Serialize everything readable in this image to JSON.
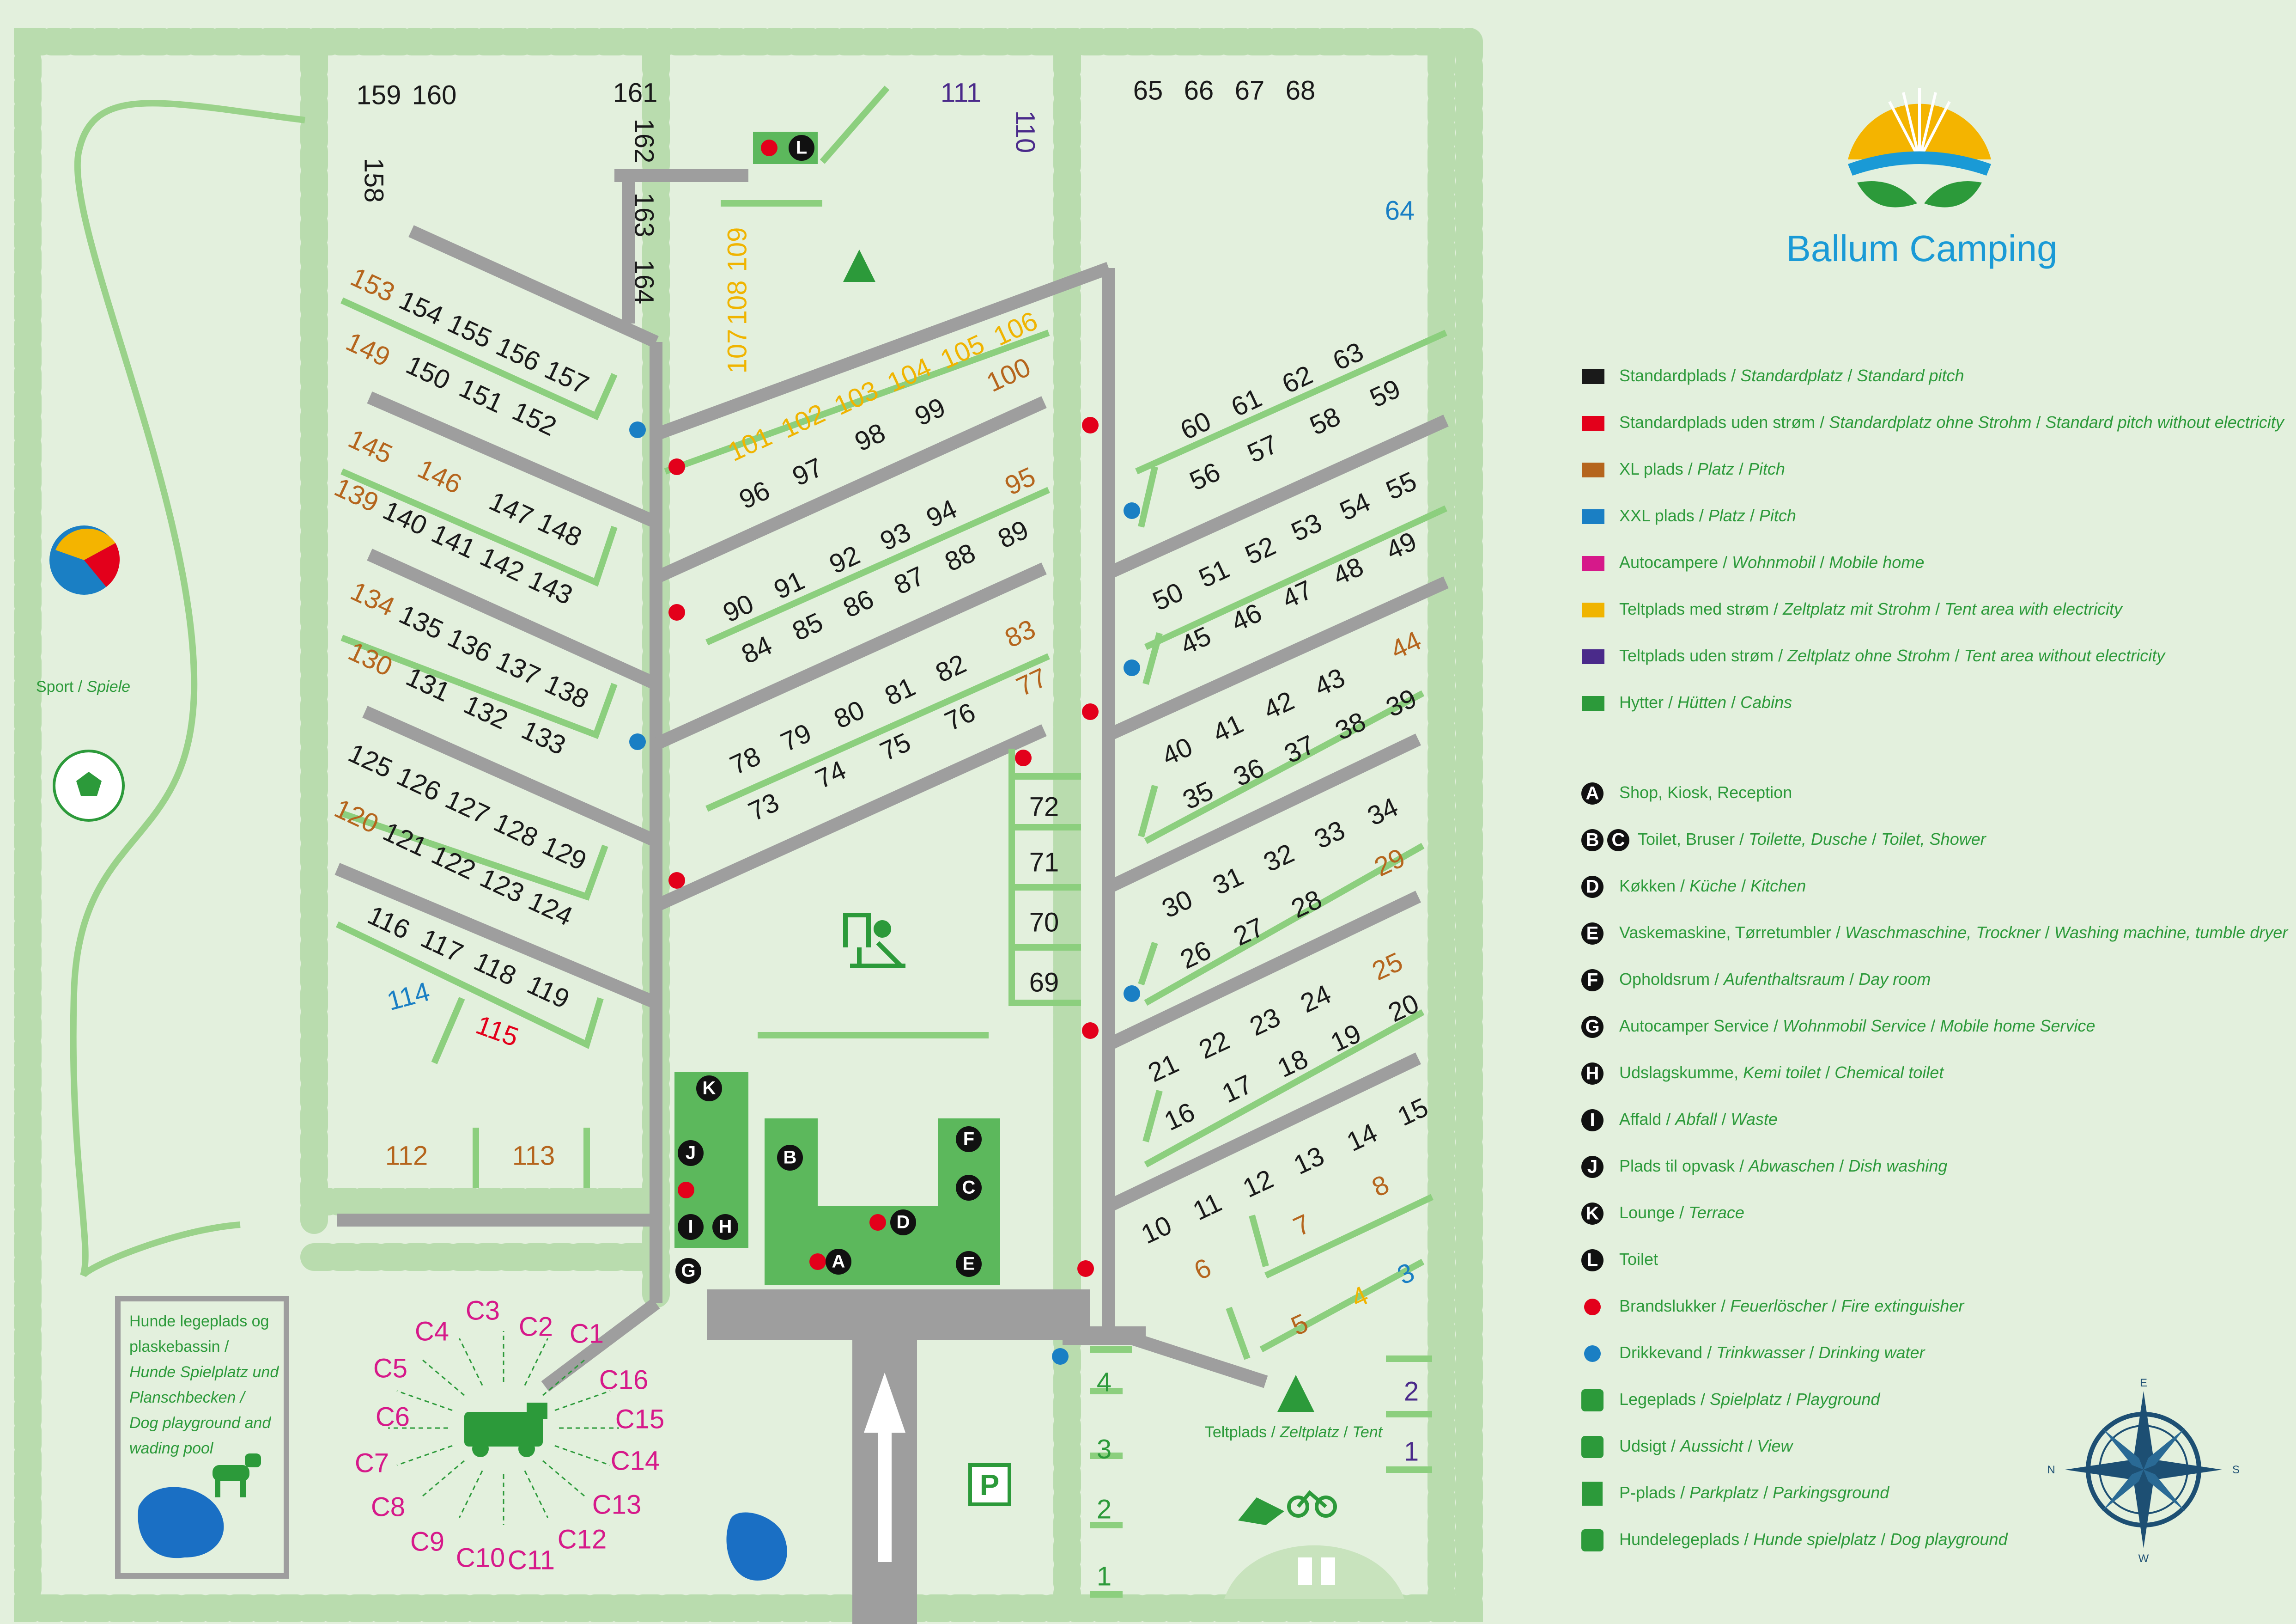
{
  "brand": {
    "name": "Ballum Camping",
    "sun_color": "#f4b400",
    "wave_color": "#1a9ad6",
    "leaf_color": "#2c9a3a"
  },
  "colors": {
    "black": "#1a1a1a",
    "red": "#e3001b",
    "brown": "#b5651d",
    "blue": "#1a7fc4",
    "magenta": "#d6198a",
    "yellow": "#f0b400",
    "purple": "#4a2a8a",
    "green": "#2c9a3a",
    "road": "#9e9e9e",
    "hedge": "#b9dcae",
    "cabin": "#5cb85c"
  },
  "legend_colors": [
    {
      "color": "#1a1a1a",
      "a": "Standardplads",
      "b": "Standardplatz",
      "c": "Standard pitch"
    },
    {
      "color": "#e3001b",
      "a": "Standardplads uden strøm",
      "b": "Standardplatz ohne Strohm",
      "c": "Standard pitch without electricity"
    },
    {
      "color": "#b5651d",
      "a": "XL plads",
      "b": "Platz",
      "c": "Pitch"
    },
    {
      "color": "#1a7fc4",
      "a": "XXL plads",
      "b": "Platz",
      "c": "Pitch"
    },
    {
      "color": "#d6198a",
      "a": "Autocampere",
      "b": "Wohnmobil",
      "c": "Mobile home"
    },
    {
      "color": "#f0b400",
      "a": "Teltplads med strøm",
      "b": "Zeltplatz mit Strohm",
      "c": "Tent area with electricity"
    },
    {
      "color": "#4a2a8a",
      "a": "Teltplads uden strøm",
      "b": "Zeltplatz ohne Strohm",
      "c": "Tent area without electricity"
    },
    {
      "color": "#2c9a3a",
      "a": "Hytter",
      "b": "Hütten",
      "c": "Cabins"
    }
  ],
  "legend_facilities": [
    {
      "letters": [
        "A"
      ],
      "a": "Shop, Kiosk, Reception",
      "b": "",
      "c": ""
    },
    {
      "letters": [
        "B",
        "C"
      ],
      "a": "Toilet, Bruser",
      "b": "Toilette, Dusche",
      "c": "Toilet, Shower"
    },
    {
      "letters": [
        "D"
      ],
      "a": "Køkken",
      "b": "Küche",
      "c": "Kitchen"
    },
    {
      "letters": [
        "E"
      ],
      "a": "Vaskemaskine, Tørretumbler",
      "b": "Waschmaschine, Trockner",
      "c": "Washing machine, tumble dryer"
    },
    {
      "letters": [
        "F"
      ],
      "a": "Opholdsrum",
      "b": "Aufenthaltsraum",
      "c": "Day room"
    },
    {
      "letters": [
        "G"
      ],
      "a": "Autocamper Service",
      "b": "Wohnmobil Service",
      "c": "Mobile home Service"
    },
    {
      "letters": [
        "H"
      ],
      "a": "Udslagskumme,",
      "b": "Kemi toilet",
      "c": "Chemical toilet"
    },
    {
      "letters": [
        "I"
      ],
      "a": "Affald",
      "b": "Abfall",
      "c": "Waste"
    },
    {
      "letters": [
        "J"
      ],
      "a": "Plads til opvask",
      "b": "Abwaschen",
      "c": "Dish washing"
    },
    {
      "letters": [
        "K"
      ],
      "a": "Lounge",
      "b": "",
      "c": "Terrace"
    },
    {
      "letters": [
        "L"
      ],
      "a": "Toilet",
      "b": "",
      "c": ""
    }
  ],
  "legend_symbols": [
    {
      "icon": "fire-extinguisher-icon",
      "a": "Brandslukker",
      "b": "Feuerlöscher",
      "c": "Fire extinguisher"
    },
    {
      "icon": "drinking-water-icon",
      "a": "Drikkevand",
      "b": "Trinkwasser",
      "c": "Drinking water"
    },
    {
      "icon": "playground-icon",
      "a": "Legeplads",
      "b": "Spielplatz",
      "c": "Playground"
    },
    {
      "icon": "binoculars-icon",
      "a": "Udsigt",
      "b": "Aussicht",
      "c": "View"
    },
    {
      "icon": "parking-icon",
      "a": "P-plads",
      "b": "Parkplatz",
      "c": "Parkingsground"
    },
    {
      "icon": "dog-icon",
      "a": "Hundelegeplads",
      "b": "Hunde spielplatz",
      "c": "Dog playground"
    }
  ],
  "labels": {
    "sport_a": "Sport",
    "sport_b": "Spiele",
    "dog_area": [
      "Hunde legeplads og",
      "plaskebassin /",
      "Hunde Spielplatz und",
      "Planschbecken /",
      "Dog playground and",
      "wading pool"
    ],
    "tent_a": "Teltplads",
    "tent_b": "Zeltplatz",
    "tent_c": "Tent",
    "parking": "P",
    "compass": {
      "n": "N",
      "e": "E",
      "s": "S",
      "w": "W"
    }
  },
  "pitches": [
    {
      "t": "159",
      "c": "black"
    },
    {
      "t": "160",
      "c": "black"
    },
    {
      "t": "161",
      "c": "black"
    },
    {
      "t": "162",
      "c": "black"
    },
    {
      "t": "158",
      "c": "black"
    },
    {
      "t": "163",
      "c": "black"
    },
    {
      "t": "164",
      "c": "black"
    },
    {
      "t": "111",
      "c": "purple"
    },
    {
      "t": "110",
      "c": "purple"
    },
    {
      "t": "65",
      "c": "black"
    },
    {
      "t": "66",
      "c": "black"
    },
    {
      "t": "67",
      "c": "black"
    },
    {
      "t": "68",
      "c": "black"
    },
    {
      "t": "64",
      "c": "blue"
    },
    {
      "t": "109",
      "c": "yellow"
    },
    {
      "t": "108",
      "c": "yellow"
    },
    {
      "t": "107",
      "c": "yellow"
    },
    {
      "t": "153",
      "c": "brown"
    },
    {
      "t": "154",
      "c": "black"
    },
    {
      "t": "155",
      "c": "black"
    },
    {
      "t": "156",
      "c": "black"
    },
    {
      "t": "157",
      "c": "black"
    },
    {
      "t": "149",
      "c": "brown"
    },
    {
      "t": "150",
      "c": "black"
    },
    {
      "t": "151",
      "c": "black"
    },
    {
      "t": "152",
      "c": "black"
    },
    {
      "t": "145",
      "c": "brown"
    },
    {
      "t": "146",
      "c": "brown"
    },
    {
      "t": "147",
      "c": "black"
    },
    {
      "t": "148",
      "c": "black"
    },
    {
      "t": "139",
      "c": "brown"
    },
    {
      "t": "140",
      "c": "black"
    },
    {
      "t": "141",
      "c": "black"
    },
    {
      "t": "142",
      "c": "black"
    },
    {
      "t": "143",
      "c": "black"
    },
    {
      "t": "134",
      "c": "brown"
    },
    {
      "t": "135",
      "c": "black"
    },
    {
      "t": "136",
      "c": "black"
    },
    {
      "t": "137",
      "c": "black"
    },
    {
      "t": "138",
      "c": "black"
    },
    {
      "t": "130",
      "c": "brown"
    },
    {
      "t": "131",
      "c": "black"
    },
    {
      "t": "132",
      "c": "black"
    },
    {
      "t": "133",
      "c": "black"
    },
    {
      "t": "125",
      "c": "black"
    },
    {
      "t": "126",
      "c": "black"
    },
    {
      "t": "127",
      "c": "black"
    },
    {
      "t": "128",
      "c": "black"
    },
    {
      "t": "129",
      "c": "black"
    },
    {
      "t": "120",
      "c": "brown"
    },
    {
      "t": "121",
      "c": "black"
    },
    {
      "t": "122",
      "c": "black"
    },
    {
      "t": "123",
      "c": "black"
    },
    {
      "t": "124",
      "c": "black"
    },
    {
      "t": "116",
      "c": "black"
    },
    {
      "t": "117",
      "c": "black"
    },
    {
      "t": "118",
      "c": "black"
    },
    {
      "t": "119",
      "c": "black"
    },
    {
      "t": "114",
      "c": "blue"
    },
    {
      "t": "115",
      "c": "red"
    },
    {
      "t": "112",
      "c": "brown"
    },
    {
      "t": "113",
      "c": "brown"
    },
    {
      "t": "101",
      "c": "yellow"
    },
    {
      "t": "102",
      "c": "yellow"
    },
    {
      "t": "103",
      "c": "yellow"
    },
    {
      "t": "104",
      "c": "yellow"
    },
    {
      "t": "105",
      "c": "yellow"
    },
    {
      "t": "106",
      "c": "yellow"
    },
    {
      "t": "96",
      "c": "black"
    },
    {
      "t": "97",
      "c": "black"
    },
    {
      "t": "98",
      "c": "black"
    },
    {
      "t": "99",
      "c": "black"
    },
    {
      "t": "100",
      "c": "brown"
    },
    {
      "t": "90",
      "c": "black"
    },
    {
      "t": "91",
      "c": "black"
    },
    {
      "t": "92",
      "c": "black"
    },
    {
      "t": "93",
      "c": "black"
    },
    {
      "t": "94",
      "c": "black"
    },
    {
      "t": "95",
      "c": "brown"
    },
    {
      "t": "84",
      "c": "black"
    },
    {
      "t": "85",
      "c": "black"
    },
    {
      "t": "86",
      "c": "black"
    },
    {
      "t": "87",
      "c": "black"
    },
    {
      "t": "88",
      "c": "black"
    },
    {
      "t": "89",
      "c": "black"
    },
    {
      "t": "78",
      "c": "black"
    },
    {
      "t": "79",
      "c": "black"
    },
    {
      "t": "80",
      "c": "black"
    },
    {
      "t": "81",
      "c": "black"
    },
    {
      "t": "82",
      "c": "black"
    },
    {
      "t": "83",
      "c": "brown"
    },
    {
      "t": "73",
      "c": "black"
    },
    {
      "t": "74",
      "c": "black"
    },
    {
      "t": "75",
      "c": "black"
    },
    {
      "t": "76",
      "c": "black"
    },
    {
      "t": "77",
      "c": "brown"
    },
    {
      "t": "72",
      "c": "black"
    },
    {
      "t": "71",
      "c": "black"
    },
    {
      "t": "70",
      "c": "black"
    },
    {
      "t": "69",
      "c": "black"
    },
    {
      "t": "60",
      "c": "black"
    },
    {
      "t": "61",
      "c": "black"
    },
    {
      "t": "62",
      "c": "black"
    },
    {
      "t": "63",
      "c": "black"
    },
    {
      "t": "56",
      "c": "black"
    },
    {
      "t": "57",
      "c": "black"
    },
    {
      "t": "58",
      "c": "black"
    },
    {
      "t": "59",
      "c": "black"
    },
    {
      "t": "50",
      "c": "black"
    },
    {
      "t": "51",
      "c": "black"
    },
    {
      "t": "52",
      "c": "black"
    },
    {
      "t": "53",
      "c": "black"
    },
    {
      "t": "54",
      "c": "black"
    },
    {
      "t": "55",
      "c": "black"
    },
    {
      "t": "45",
      "c": "black"
    },
    {
      "t": "46",
      "c": "black"
    },
    {
      "t": "47",
      "c": "black"
    },
    {
      "t": "48",
      "c": "black"
    },
    {
      "t": "49",
      "c": "black"
    },
    {
      "t": "40",
      "c": "black"
    },
    {
      "t": "41",
      "c": "black"
    },
    {
      "t": "42",
      "c": "black"
    },
    {
      "t": "43",
      "c": "black"
    },
    {
      "t": "44",
      "c": "brown"
    },
    {
      "t": "35",
      "c": "black"
    },
    {
      "t": "36",
      "c": "black"
    },
    {
      "t": "37",
      "c": "black"
    },
    {
      "t": "38",
      "c": "black"
    },
    {
      "t": "39",
      "c": "black"
    },
    {
      "t": "30",
      "c": "black"
    },
    {
      "t": "31",
      "c": "black"
    },
    {
      "t": "32",
      "c": "black"
    },
    {
      "t": "33",
      "c": "black"
    },
    {
      "t": "34",
      "c": "black"
    },
    {
      "t": "26",
      "c": "black"
    },
    {
      "t": "27",
      "c": "black"
    },
    {
      "t": "28",
      "c": "black"
    },
    {
      "t": "29",
      "c": "brown"
    },
    {
      "t": "21",
      "c": "black"
    },
    {
      "t": "22",
      "c": "black"
    },
    {
      "t": "23",
      "c": "black"
    },
    {
      "t": "24",
      "c": "black"
    },
    {
      "t": "25",
      "c": "brown"
    },
    {
      "t": "16",
      "c": "black"
    },
    {
      "t": "17",
      "c": "black"
    },
    {
      "t": "18",
      "c": "black"
    },
    {
      "t": "19",
      "c": "black"
    },
    {
      "t": "20",
      "c": "black"
    },
    {
      "t": "10",
      "c": "black"
    },
    {
      "t": "11",
      "c": "black"
    },
    {
      "t": "12",
      "c": "black"
    },
    {
      "t": "13",
      "c": "black"
    },
    {
      "t": "14",
      "c": "black"
    },
    {
      "t": "15",
      "c": "black"
    },
    {
      "t": "6",
      "c": "brown"
    },
    {
      "t": "7",
      "c": "brown"
    },
    {
      "t": "8",
      "c": "brown"
    },
    {
      "t": "5",
      "c": "brown"
    },
    {
      "t": "4",
      "c": "yellow"
    },
    {
      "t": "3",
      "c": "blue"
    },
    {
      "t": "2",
      "c": "purple"
    },
    {
      "t": "1",
      "c": "purple"
    },
    {
      "t": "4",
      "c": "green"
    },
    {
      "t": "3",
      "c": "green"
    },
    {
      "t": "2",
      "c": "green"
    },
    {
      "t": "1",
      "c": "green"
    },
    {
      "t": "C1",
      "c": "magenta"
    },
    {
      "t": "C2",
      "c": "magenta"
    },
    {
      "t": "C3",
      "c": "magenta"
    },
    {
      "t": "C4",
      "c": "magenta"
    },
    {
      "t": "C5",
      "c": "magenta"
    },
    {
      "t": "C6",
      "c": "magenta"
    },
    {
      "t": "C7",
      "c": "magenta"
    },
    {
      "t": "C8",
      "c": "magenta"
    },
    {
      "t": "C9",
      "c": "magenta"
    },
    {
      "t": "C10",
      "c": "magenta"
    },
    {
      "t": "C11",
      "c": "magenta"
    },
    {
      "t": "C12",
      "c": "magenta"
    },
    {
      "t": "C13",
      "c": "magenta"
    },
    {
      "t": "C14",
      "c": "magenta"
    },
    {
      "t": "C15",
      "c": "magenta"
    },
    {
      "t": "C16",
      "c": "magenta"
    }
  ],
  "facilities": [
    "L",
    "K",
    "J",
    "I",
    "H",
    "G",
    "B",
    "F",
    "C",
    "D",
    "A",
    "E"
  ]
}
